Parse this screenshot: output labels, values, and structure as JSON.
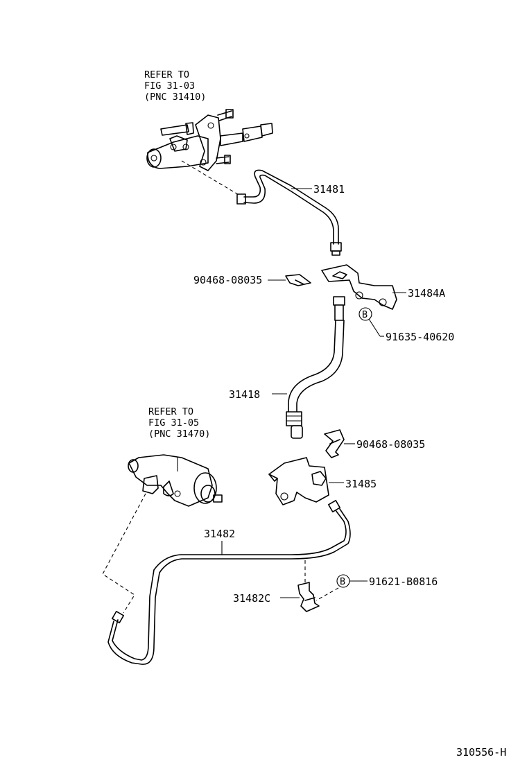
{
  "references": [
    {
      "lines": [
        "REFER TO",
        "FIG 31-03",
        "(PNC 31410)"
      ]
    },
    {
      "lines": [
        "REFER TO",
        "FIG 31-05",
        "(PNC 31470)"
      ]
    }
  ],
  "labels": {
    "p31481": "31481",
    "p90468_a": "90468-08035",
    "p31484A": "31484A",
    "p91635": "91635-40620",
    "p31418": "31418",
    "p90468_b": "90468-08035",
    "p31485": "31485",
    "p31482": "31482",
    "p91621": "91621-B0816",
    "p31482C": "31482C",
    "bolt_symbol_1": "B",
    "bolt_symbol_2": "B"
  },
  "diagram_id": "310556-H"
}
